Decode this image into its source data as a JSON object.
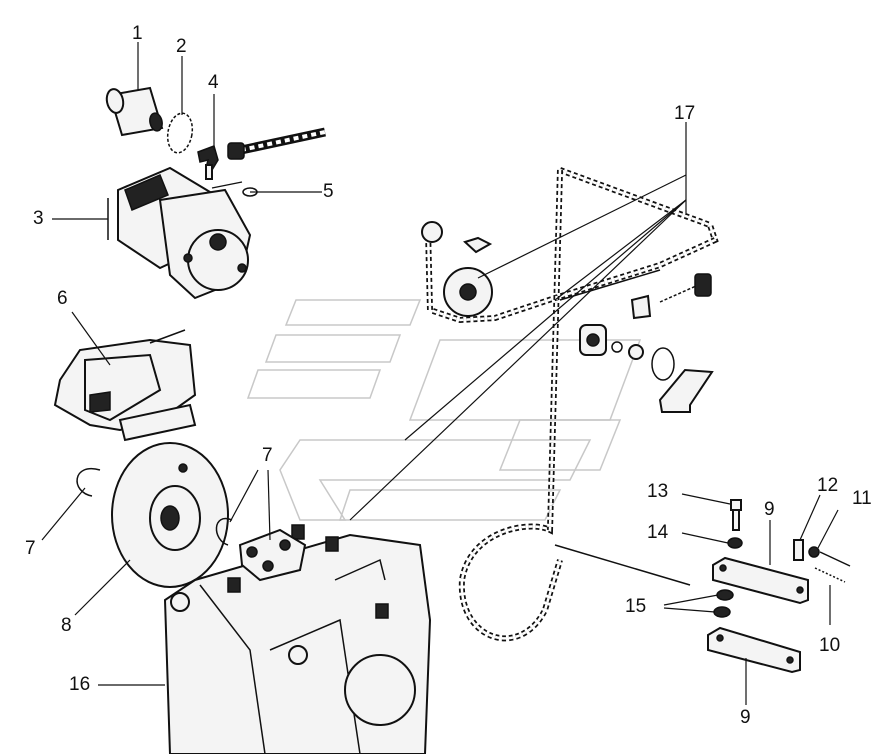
{
  "callouts": {
    "c1": "1",
    "c2": "2",
    "c3": "3",
    "c4": "4",
    "c5": "5",
    "c6": "6",
    "c7a": "7",
    "c7b": "7",
    "c8": "8",
    "c9a": "9",
    "c9b": "9",
    "c10": "10",
    "c11": "11",
    "c12": "12",
    "c13": "13",
    "c14": "14",
    "c15": "15",
    "c16": "16",
    "c17": "17"
  },
  "colors": {
    "ink": "#111111",
    "watermark": "#c8c8c8",
    "background": "#ffffff"
  }
}
